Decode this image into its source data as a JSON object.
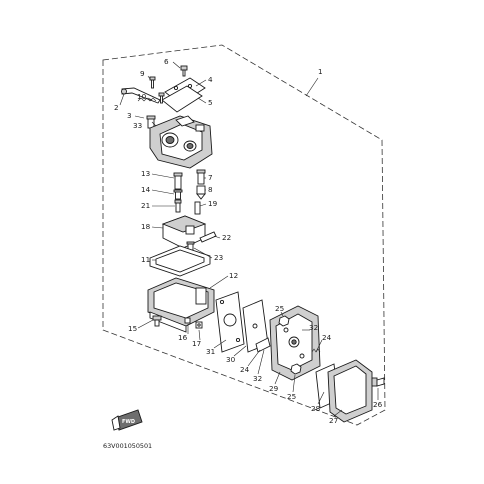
{
  "diagram": {
    "assembly_callout": "1",
    "drawing_code": "63V001050501",
    "fwd_badge": "FWD",
    "callouts": [
      {
        "id": "c6",
        "text": "6"
      },
      {
        "id": "c9",
        "text": "9"
      },
      {
        "id": "c4",
        "text": "4"
      },
      {
        "id": "c2",
        "text": "2"
      },
      {
        "id": "c10",
        "text": "10"
      },
      {
        "id": "c5",
        "text": "5"
      },
      {
        "id": "c3",
        "text": "3"
      },
      {
        "id": "c33",
        "text": "33"
      },
      {
        "id": "c13",
        "text": "13"
      },
      {
        "id": "c7",
        "text": "7"
      },
      {
        "id": "c14",
        "text": "14"
      },
      {
        "id": "c8",
        "text": "8"
      },
      {
        "id": "c21",
        "text": "21"
      },
      {
        "id": "c19",
        "text": "19"
      },
      {
        "id": "c18",
        "text": "18"
      },
      {
        "id": "c22",
        "text": "22"
      },
      {
        "id": "c23",
        "text": "23"
      },
      {
        "id": "c11",
        "text": "11"
      },
      {
        "id": "c12",
        "text": "12"
      },
      {
        "id": "c15",
        "text": "15"
      },
      {
        "id": "c16",
        "text": "16"
      },
      {
        "id": "c17",
        "text": "17"
      },
      {
        "id": "c31",
        "text": "31"
      },
      {
        "id": "c30",
        "text": "30"
      },
      {
        "id": "c25a",
        "text": "25"
      },
      {
        "id": "c32a",
        "text": "32"
      },
      {
        "id": "c24a",
        "text": "24"
      },
      {
        "id": "c24b",
        "text": "24"
      },
      {
        "id": "c32b",
        "text": "32"
      },
      {
        "id": "c29",
        "text": "29"
      },
      {
        "id": "c25b",
        "text": "25"
      },
      {
        "id": "c28",
        "text": "28"
      },
      {
        "id": "c27",
        "text": "27"
      },
      {
        "id": "c26",
        "text": "26"
      }
    ]
  }
}
